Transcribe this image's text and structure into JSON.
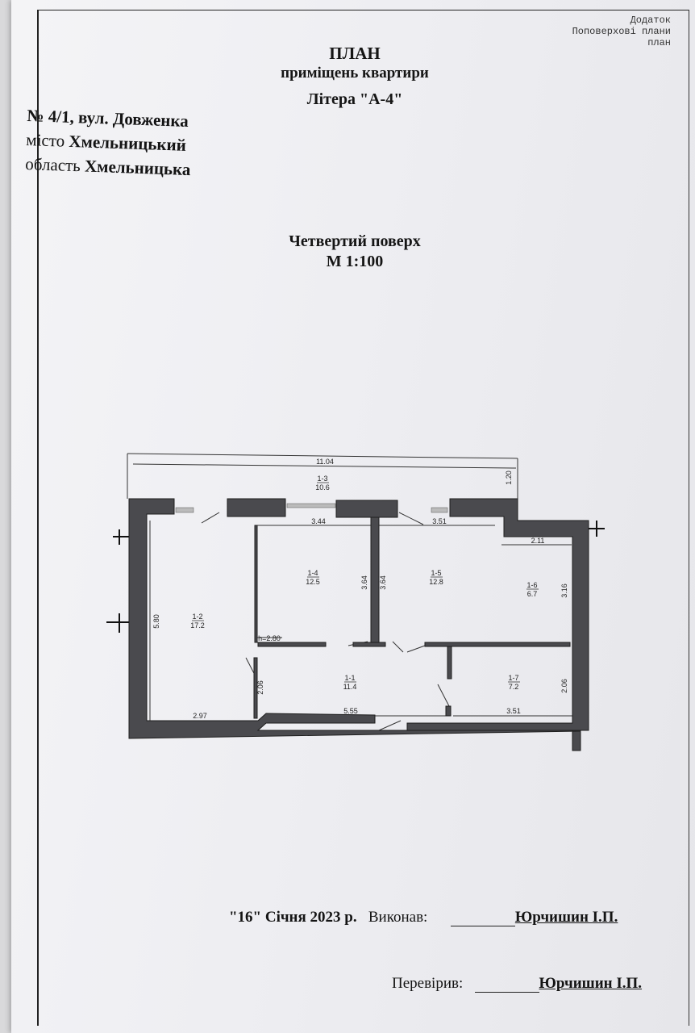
{
  "appendix": {
    "line1": "Додаток",
    "line2": "Поповерхові плани",
    "line3": "план"
  },
  "header": {
    "title": "ПЛАН",
    "subtitle": "приміщень квартири",
    "letter": "Літера \"А-4\""
  },
  "address": {
    "line1_bold": "№ 4/1, вул. Довженка",
    "line2_prefix": "місто",
    "line2_bold": "Хмельницький",
    "line3_prefix": "область",
    "line3_bold": "Хмельницька"
  },
  "floor": {
    "name": "Четвертий поверх",
    "scale": "М 1:100"
  },
  "plan": {
    "dims": {
      "top_total": "11.04",
      "right_balcony": "1.20",
      "d344": "3.44",
      "d351_top": "3.51",
      "d211": "2.11",
      "d316": "3.16",
      "d364_a": "3.64",
      "d364_b": "3.64",
      "d580": "5.80",
      "h280": "h=2.80",
      "d206_left": "2.06",
      "d206_right": "2.06",
      "d297": "2.97",
      "d555": "5.55",
      "d351_bottom": "3.51"
    },
    "rooms": [
      {
        "id": "1-3",
        "area": "10.6"
      },
      {
        "id": "1-4",
        "area": "12.5"
      },
      {
        "id": "1-5",
        "area": "12.8"
      },
      {
        "id": "1-6",
        "area": "6.7"
      },
      {
        "id": "1-2",
        "area": "17.2"
      },
      {
        "id": "1-1",
        "area": "11.4"
      },
      {
        "id": "1-7",
        "area": "7.2"
      }
    ]
  },
  "signatures": {
    "date": "\"16\" Січня 2023 р.",
    "performed_label": "Виконав:",
    "performed_name": "Юрчишин І.П.",
    "checked_label": "Перевірив:",
    "checked_name": "Юрчишин І.П."
  }
}
